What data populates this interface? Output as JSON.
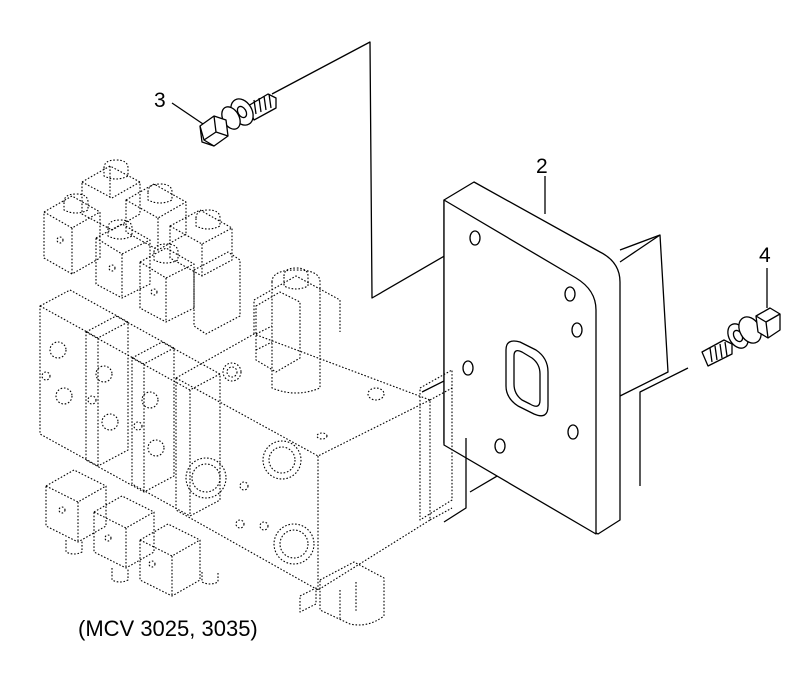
{
  "diagram": {
    "callouts": [
      {
        "id": "3",
        "label": "3"
      },
      {
        "id": "2",
        "label": "2"
      },
      {
        "id": "4",
        "label": "4"
      }
    ],
    "caption": "(MCV 3025, 3035)"
  }
}
